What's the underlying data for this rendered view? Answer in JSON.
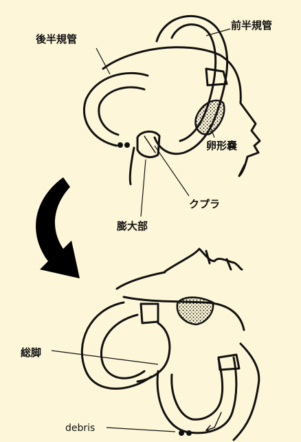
{
  "labels": {
    "posterior_canal": "後半規管",
    "anterior_canal": "前半規管",
    "utricle": "卵形嚢",
    "cupula": "クプラ",
    "ampulla": "膨大部",
    "common_crus": "総脚",
    "debris": "debris"
  },
  "colors": {
    "background": "#fdf6d8",
    "ink": "#111111",
    "arrow": "#000000"
  },
  "icons": {
    "rotation_arrow": "curved-arrow-icon"
  }
}
